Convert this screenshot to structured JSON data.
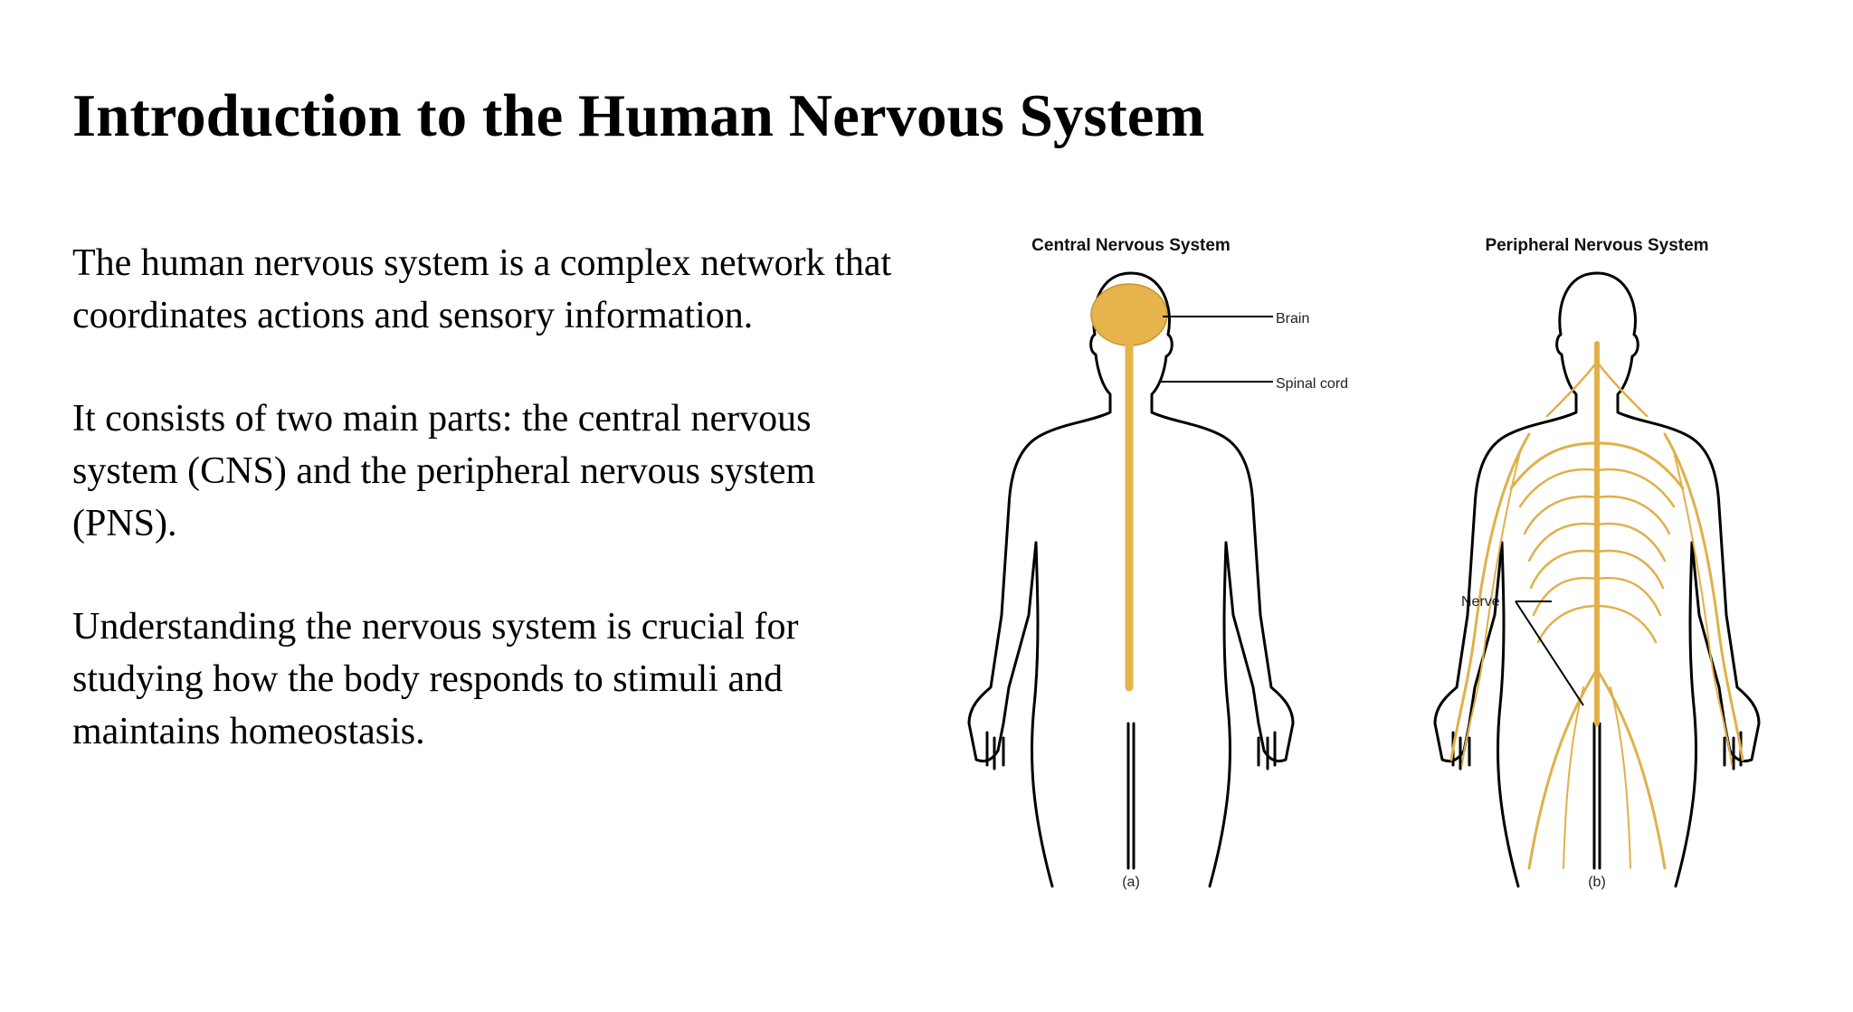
{
  "slide": {
    "title": "Introduction to the Human Nervous System",
    "paragraphs": [
      "The human nervous system is a complex network that coordinates actions and sensory information.",
      "It consists of two main parts: the central nervous system (CNS) and the peripheral nervous system (PNS).",
      "Understanding the nervous system is crucial for studying how the body responds to stimuli and maintains homeostasis."
    ]
  },
  "figure": {
    "cns": {
      "heading": "Central Nervous System",
      "brain_label": "Brain",
      "spinal_label": "Spinal cord",
      "caption": "(a)"
    },
    "pns": {
      "heading": "Peripheral Nervous System",
      "nerve_label": "Nerve",
      "caption": "(b)"
    },
    "colors": {
      "nerve": "#e0b04a",
      "outline": "#000000"
    }
  }
}
